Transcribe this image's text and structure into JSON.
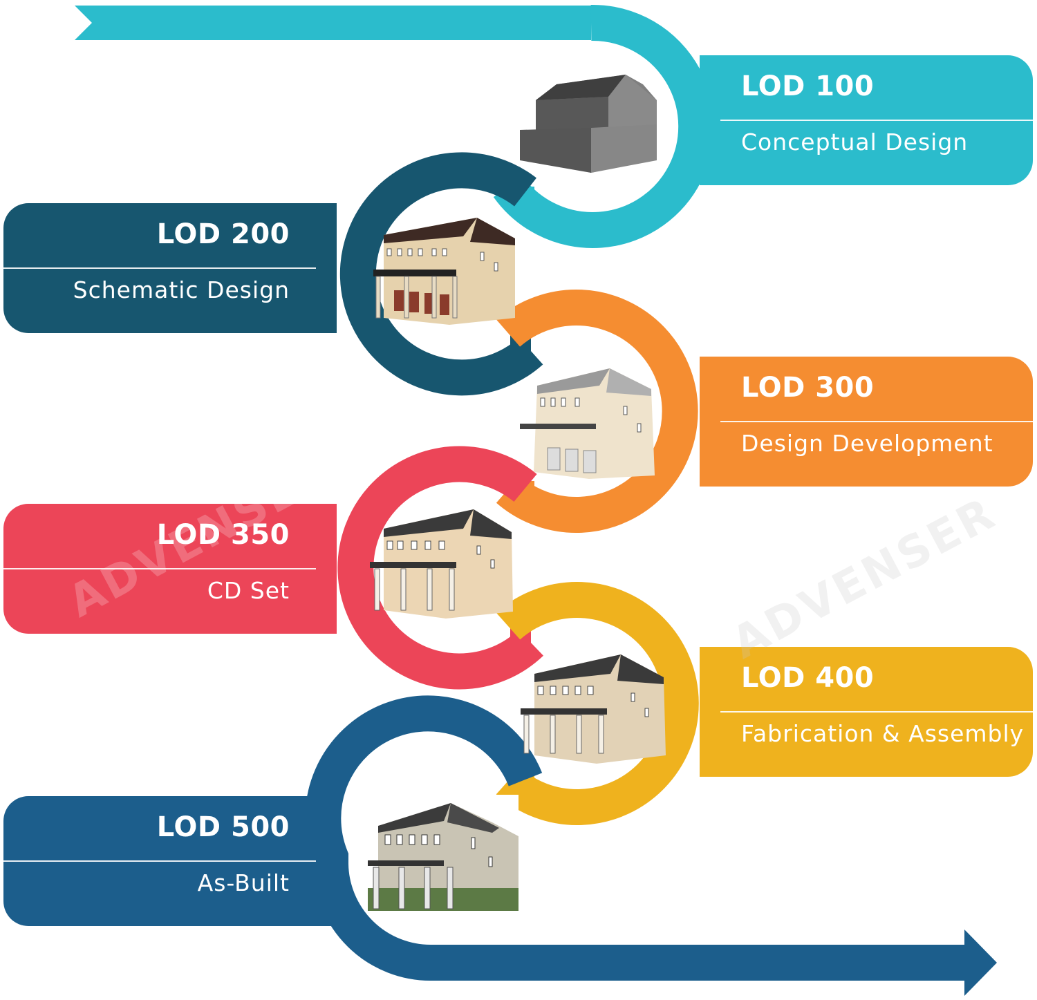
{
  "diagram": {
    "type": "flow-timeline",
    "title": "",
    "watermark_text": "ADVENSER",
    "colors": {
      "lod100": "#2bbccc",
      "lod200": "#17566f",
      "lod300": "#f58d31",
      "lod350": "#ec4558",
      "lod400": "#efb21e",
      "lod500": "#1c5e8c",
      "divider": "#ffffff",
      "background": "#ffffff"
    },
    "stages": [
      {
        "id": "lod100",
        "lod": "LOD 100",
        "phase": "Conceptual Design",
        "side": "right",
        "illustration": "massing-block-model-icon"
      },
      {
        "id": "lod200",
        "lod": "LOD 200",
        "phase": "Schematic Design",
        "side": "left",
        "illustration": "schematic-building-model-icon"
      },
      {
        "id": "lod300",
        "lod": "LOD 300",
        "phase": "Design Development",
        "side": "right",
        "illustration": "developed-building-model-icon"
      },
      {
        "id": "lod350",
        "lod": "LOD 350",
        "phase": "CD Set",
        "side": "left",
        "illustration": "detailed-building-model-icon"
      },
      {
        "id": "lod400",
        "lod": "LOD 400",
        "phase": "Fabrication & Assembly",
        "side": "right",
        "illustration": "fabrication-building-model-icon"
      },
      {
        "id": "lod500",
        "lod": "LOD 500",
        "phase": "As-Built",
        "side": "left",
        "illustration": "as-built-building-render-icon"
      }
    ],
    "flow": {
      "start": "chevron-tail-top-left",
      "end": "arrow-head-bottom-right"
    }
  }
}
